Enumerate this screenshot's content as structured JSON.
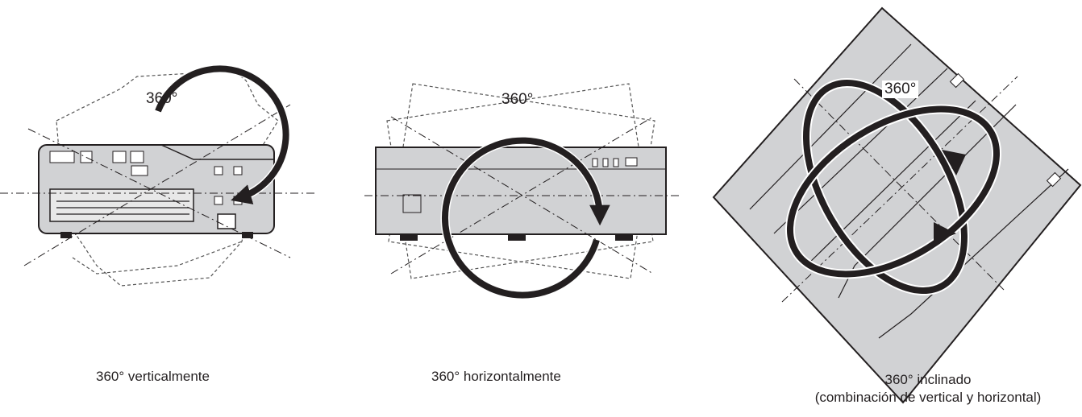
{
  "panels": [
    {
      "angle": "360°",
      "caption": "360° verticalmente",
      "view": "rear"
    },
    {
      "angle": "360°",
      "caption": "360° horizontalmente",
      "view": "side"
    },
    {
      "angle": "360°",
      "caption_line1": "360° inclinado",
      "caption_line2": "(combinación de vertical y horizontal)",
      "view": "tilted"
    }
  ],
  "colors": {
    "ink": "#231f20",
    "body": "#d1d2d4",
    "arrow": "#ffffff"
  }
}
